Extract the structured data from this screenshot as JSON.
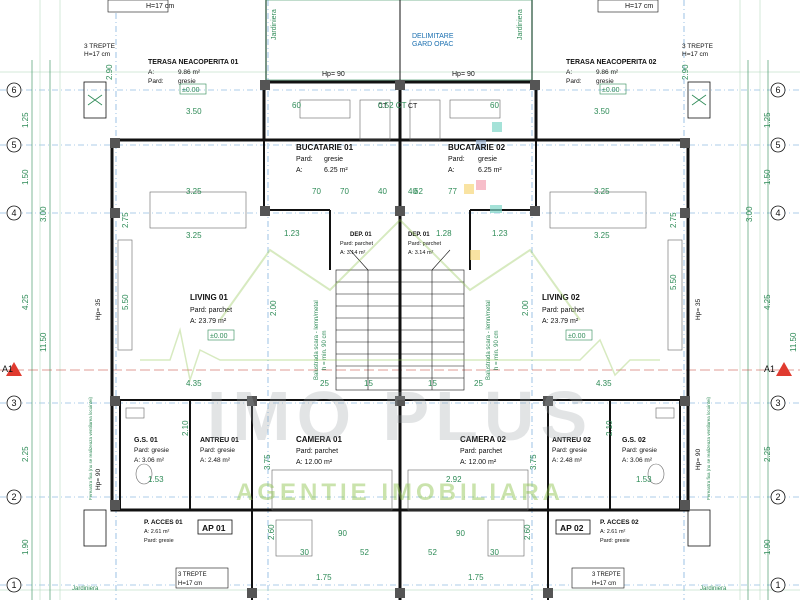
{
  "top": {
    "step_left": "H=17 cm",
    "step_right": "H=17 cm",
    "delimitare_1": "DELIMITARE",
    "delimitare_2": "GARD OPAC",
    "jardiniera": "Jardiniera",
    "trepte_label": "3 TREPTE",
    "trepte_h": "H=17 cm"
  },
  "rooms": {
    "terasa01": {
      "name": "TERASA NEACOPERITA 01",
      "area_label": "A:",
      "area": "9.86 m²",
      "pard_label": "Pard:",
      "pard": "gresie"
    },
    "terasa02": {
      "name": "TERASA NEACOPERITA 02",
      "area_label": "A:",
      "area": "9.86 m²",
      "pard_label": "Pard:",
      "pard": "gresie"
    },
    "bucatarie01": {
      "name": "BUCATARIE 01",
      "pard_label": "Pard:",
      "pard": "gresie",
      "area_label": "A:",
      "area": "6.25 m²"
    },
    "bucatarie02": {
      "name": "BUCATARIE 02",
      "pard_label": "Pard:",
      "pard": "gresie",
      "area_label": "A:",
      "area": "6.25 m²"
    },
    "dep01": {
      "name": "DEP. 01",
      "pard": "Pard: parchet",
      "area": "A: 3.14 m²"
    },
    "dep02": {
      "name": "DEP. 01",
      "pard": "Pard: parchet",
      "area": "A: 3.14 m²"
    },
    "living01": {
      "name": "LIVING 01",
      "pard": "Pard: parchet",
      "area": "A:  23.79 m²"
    },
    "living02": {
      "name": "LIVING 02",
      "pard": "Pard: parchet",
      "area": "A:  23.79 m²"
    },
    "gs01": {
      "name": "G.S. 01",
      "pard": "Pard: gresie",
      "area": "A:   3.06 m²"
    },
    "gs02": {
      "name": "G.S. 02",
      "pard": "Pard: gresie",
      "area": "A:   3.06 m²"
    },
    "antreu01": {
      "name": "ANTREU 01",
      "pard": "Pard: gresie",
      "area": "A:   2.48 m²"
    },
    "antreu02": {
      "name": "ANTREU 02",
      "pard": "Pard: gresie",
      "area": "A:   2.48 m²"
    },
    "camera01": {
      "name": "CAMERA 01",
      "pard": "Pard: parchet",
      "area": "A:   12.00 m²"
    },
    "camera02": {
      "name": "CAMERA 02",
      "pard": "Pard: parchet",
      "area": "A:   12.00 m²"
    },
    "acces01": {
      "name": "P. ACCES 01",
      "area": "A:      2.61 m²",
      "pard": "Pard:         gresie"
    },
    "acces02": {
      "name": "P. ACCES 02",
      "area": "A:      2.61 m²",
      "pard": "Pard:         gresie"
    }
  },
  "apartments": {
    "ap01": "AP 01",
    "ap02": "AP 02"
  },
  "levels": {
    "zero": "±0.00"
  },
  "hp": {
    "hp90": "Hp= 90",
    "hp35": "Hp= 35"
  },
  "ct": "CT",
  "balustrada_1": "Balustrada scara - lemn/metal",
  "balustrada_2": "h = min. 90 cm",
  "ventilatie": "Fereastra fixa (nu se realizeaza ventilarea locuintei)",
  "section": "A1",
  "axis_rows": [
    "6",
    "5",
    "4",
    "3",
    "2",
    "1"
  ],
  "dims": {
    "d350": "3.50",
    "d325": "3.25",
    "d435": "4.35",
    "d123": "1.23",
    "d200": "2.00",
    "d550": "5.50",
    "d275": "2.75",
    "d375": "3.75",
    "d300": "3.00",
    "d150": "1.50",
    "d125": "1.25",
    "d175": "1.75",
    "d425": "4.25",
    "d1150": "11.50",
    "d225": "2.25",
    "d190": "1.90",
    "d153": "1.53",
    "d260": "2.60",
    "d210": "2.10",
    "d290": "2.90",
    "d70": "70",
    "d40": "40",
    "d60": "60",
    "d30": "30",
    "d25": "25",
    "d15": "15",
    "d90": "90",
    "d52": "52",
    "d77": "77",
    "d62": "62",
    "d128": "1.28",
    "d292": "2.92",
    "d052": "0.52 CT"
  },
  "watermark": {
    "line1": "IMO PLUS",
    "line2": "AGENTIE IMOBILIARA"
  }
}
